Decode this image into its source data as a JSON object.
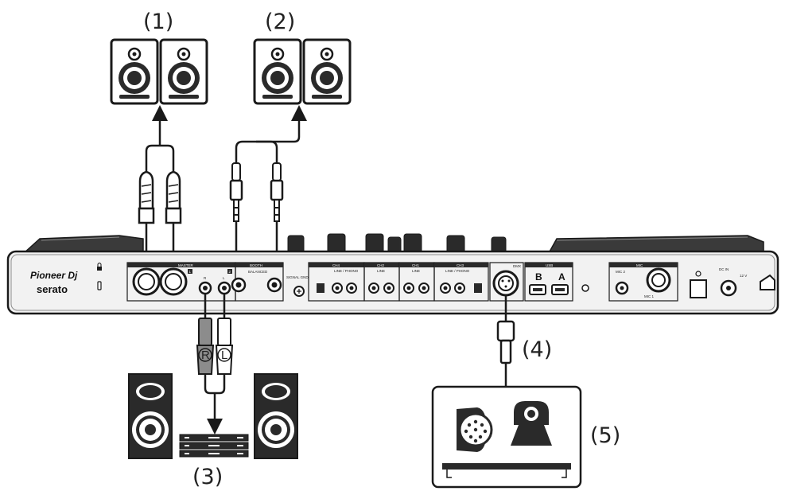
{
  "callouts": {
    "c1": "(1)",
    "c2": "(2)",
    "c3": "(3)",
    "c4": "(4)",
    "c5": "(5)"
  },
  "panel": {
    "brand_top": "Pioneer Dj",
    "brand_bottom": "serato",
    "master": "MASTER",
    "booth": "BOOTH",
    "balanced": "BALANCED",
    "signal_gnd": "SIGNAL GND",
    "ch4": "CH4",
    "ch2": "CH2",
    "ch1": "CH1",
    "ch3": "CH3",
    "line_phono": "LINE / PHONO",
    "line": "LINE",
    "dmx": "DMX",
    "usb": "USB",
    "usb_b": "B",
    "usb_a": "A",
    "mic": "MIC",
    "mic2": "MIC 2",
    "mic1": "MIC 1",
    "dc_in": "DC IN",
    "voltage": "12 V",
    "num1": "1",
    "num2": "2",
    "r": "R",
    "l": "L"
  },
  "plugs": {
    "right": "R",
    "left": "L"
  },
  "colors": {
    "stroke": "#1a1a1a",
    "panel_fill": "#f2f2f2",
    "dark": "#2a2a2a",
    "gray": "#8c8c8c"
  }
}
